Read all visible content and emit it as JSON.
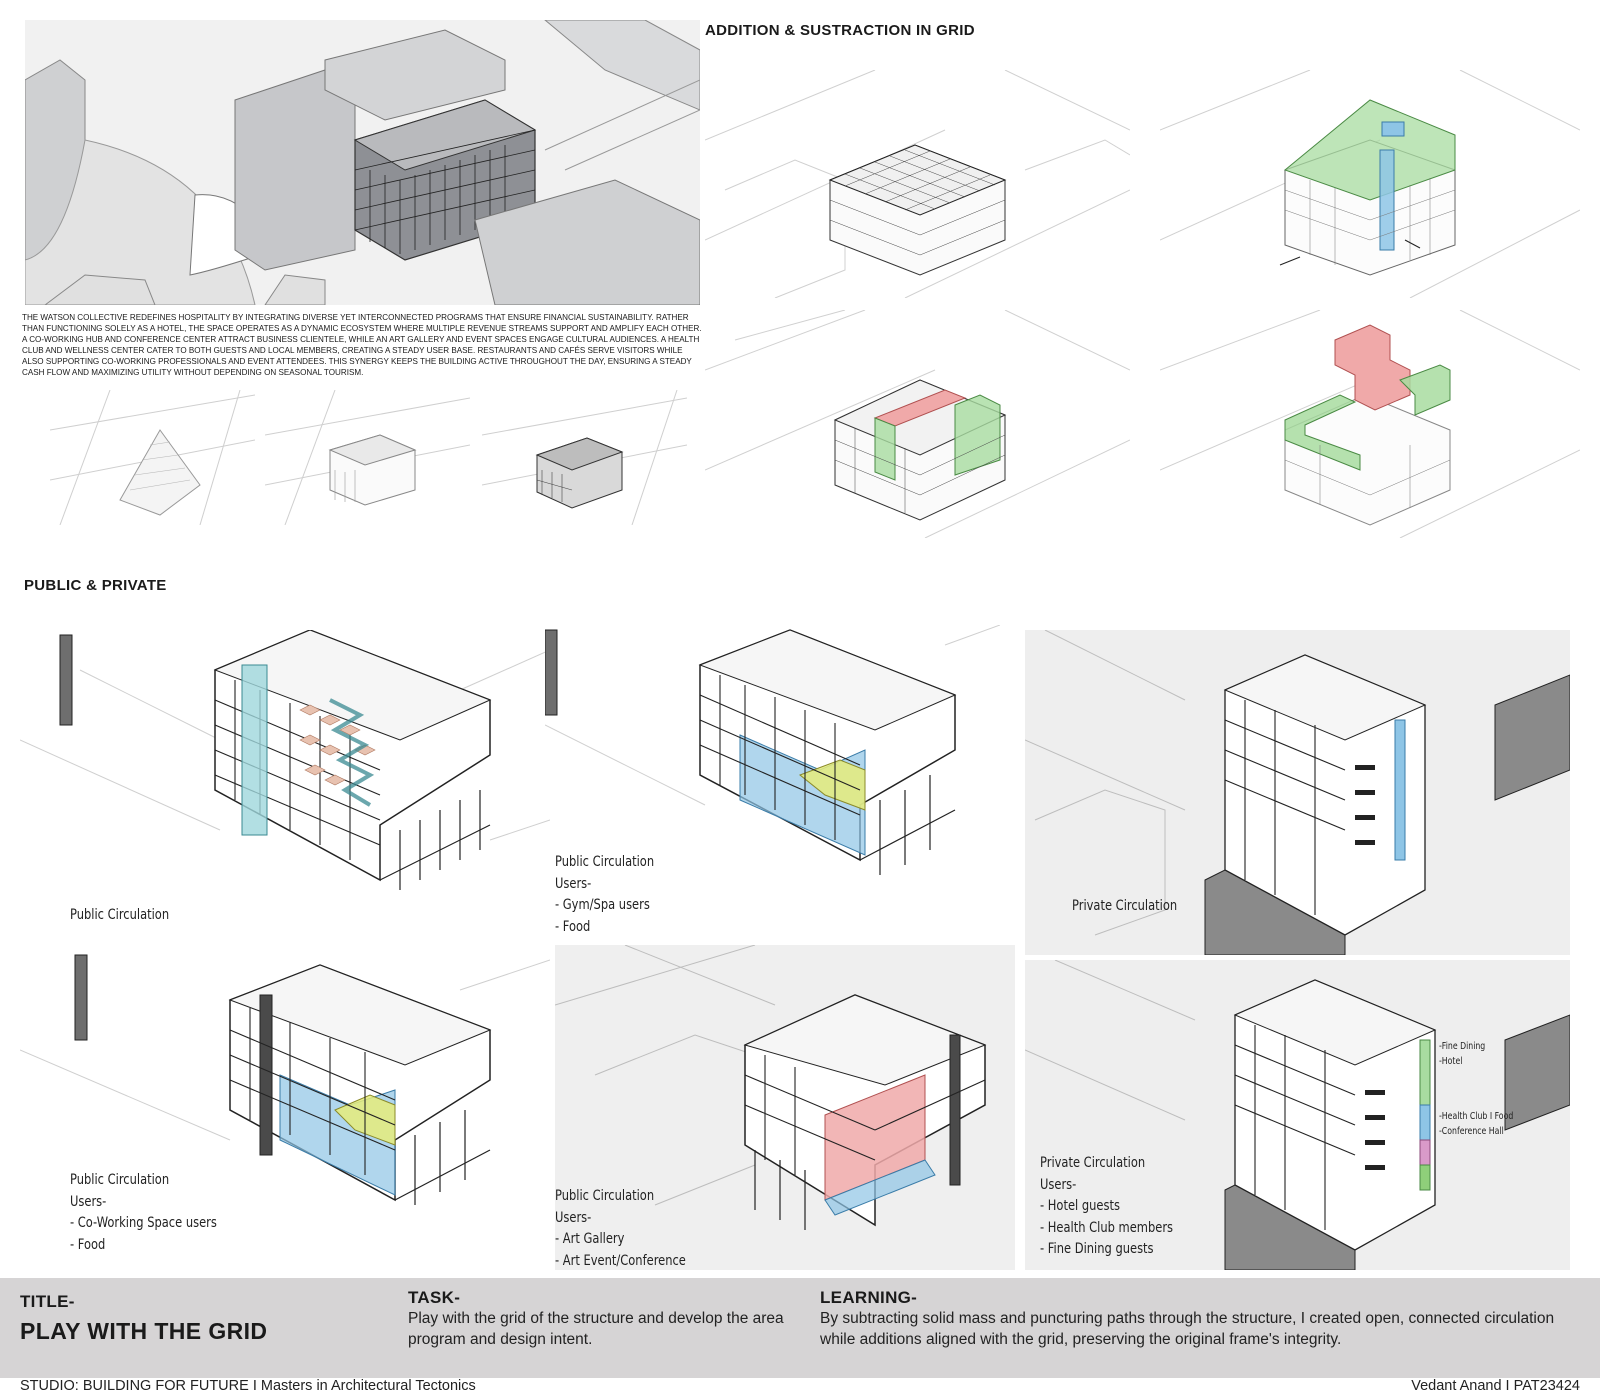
{
  "sections": {
    "addition_title": "ADDITION & SUSTRACTION IN GRID",
    "public_private_title": "PUBLIC & PRIVATE"
  },
  "description": "THE WATSON COLLECTIVE REDEFINES HOSPITALITY BY INTEGRATING DIVERSE YET INTERCONNECTED PROGRAMS THAT ENSURE FINANCIAL SUSTAINABILITY. RATHER THAN FUNCTIONING SOLELY AS A HOTEL, THE SPACE OPERATES AS A DYNAMIC ECOSYSTEM WHERE MULTIPLE REVENUE STREAMS SUPPORT AND AMPLIFY EACH OTHER. A CO-WORKING HUB AND CONFERENCE CENTER ATTRACT BUSINESS CLIENTELE, WHILE AN ART GALLERY AND EVENT SPACES ENGAGE CULTURAL AUDIENCES. A HEALTH CLUB AND WELLNESS CENTER CATER TO BOTH GUESTS AND LOCAL MEMBERS, CREATING A STEADY USER BASE. RESTAURANTS AND CAFÉS SERVE VISITORS WHILE ALSO SUPPORTING CO-WORKING PROFESSIONALS AND EVENT ATTENDEES. THIS SYNERGY KEEPS THE BUILDING ACTIVE THROUGHOUT THE DAY, ENSURING A STEADY CASH FLOW AND MAXIMIZING UTILITY WITHOUT DEPENDING ON SEASONAL TOURISM.",
  "labels": {
    "public_circulation": "Public Circulation",
    "gym": {
      "line1": "Public Circulation",
      "line2": "Users-",
      "line3": "- Gym/Spa users",
      "line4": "- Food"
    },
    "private_circulation": "Private Circulation",
    "coworking": {
      "line1": "Public Circulation",
      "line2": "Users-",
      "line3": "- Co-Working Space users",
      "line4": "- Food"
    },
    "gallery": {
      "line1": "Public Circulation",
      "line2": "Users-",
      "line3": "- Art Gallery",
      "line4": "- Art Event/Conference"
    },
    "hotel": {
      "line1": "Private Circulation",
      "line2": "Users-",
      "line3": "- Hotel guests",
      "line4": "- Health Club members",
      "line5": "- Fine Dining guests"
    },
    "tags": {
      "fine_dining": "-Fine Dining",
      "hotel": "-Hotel",
      "health_food": "-Health Club I Food",
      "conference": "-Conference Hall"
    }
  },
  "band": {
    "title_head": "TITLE-",
    "title_main": "PLAY WITH THE GRID",
    "task_head": "TASK-",
    "task_text": "Play with the grid of the structure and develop the area program and design intent.",
    "learning_head": "LEARNING-",
    "learning_text": "By subtracting solid mass and puncturing paths through the structure, I created open, connected circulation while additions aligned with the grid, preserving the original frame's integrity."
  },
  "footer": {
    "studio": "STUDIO: BUILDING FOR FUTURE I Masters in Architectural Tectonics",
    "author": "Vedant Anand I PAT23424"
  },
  "colors": {
    "green": "#a8dca0",
    "blue": "#8ec5e6",
    "red": "#f0a9a9",
    "yellow": "#e6ec7a",
    "teal": "#9fd7dc",
    "band_gray": "#d6d4d5"
  }
}
